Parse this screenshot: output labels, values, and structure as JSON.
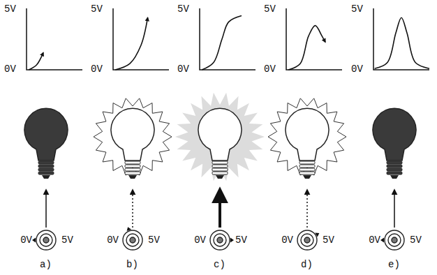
{
  "diagram": {
    "labels": [
      "5V",
      "0V",
      "0V",
      "5V",
      "a)",
      "5V",
      "0V",
      "0V",
      "5V",
      "b)",
      "5V",
      "0V",
      "0V",
      "5V",
      "c)",
      "5V",
      "0V",
      "0V",
      "5V",
      "d)",
      "5V",
      "0V",
      "0V",
      "5V",
      "e)"
    ]
  }
}
